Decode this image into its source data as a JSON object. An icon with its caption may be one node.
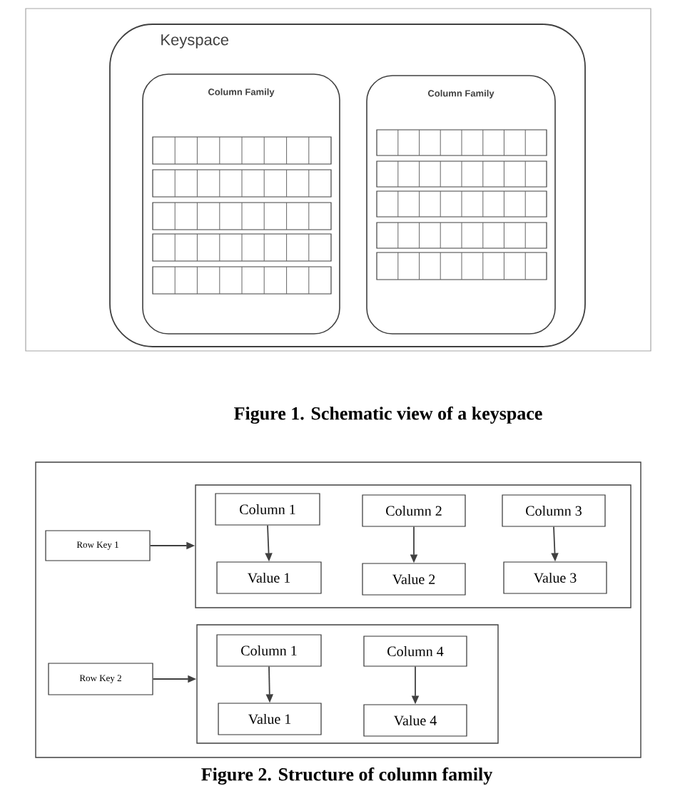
{
  "diagram": {
    "nodes": [
      {
        "text": [
          "Keyspace"
        ]
      },
      {
        "text": [
          "Column Family"
        ],
        "in": 0
      },
      {
        "text": [
          "Column Family"
        ],
        "in": 0
      },
      {
        "text": [
          "Row Key 1"
        ]
      },
      {
        "text": [],
        "shape": "box"
      },
      {
        "text": [
          "Column 1"
        ],
        "in": 4
      },
      {
        "text": [
          "Value 1"
        ],
        "in": 4
      },
      {
        "text": [
          "Column  2"
        ],
        "in": 4
      },
      {
        "text": [
          "Value 2"
        ],
        "in": 4
      },
      {
        "text": [
          "Column  3"
        ],
        "in": 4
      },
      {
        "text": [
          "Value 3"
        ],
        "in": 4
      },
      {
        "text": [
          "Row Key 2"
        ]
      },
      {
        "text": [],
        "shape": "box"
      },
      {
        "text": [
          "Column 1"
        ],
        "in": 12
      },
      {
        "text": [
          "Value 1"
        ],
        "in": 12
      },
      {
        "text": [
          "Column 4"
        ],
        "in": 12
      },
      {
        "text": [
          "Value 4"
        ],
        "in": 12
      }
    ],
    "edges": [
      {
        "from": 3,
        "to": 4,
        "arrow": "to"
      },
      {
        "from": 5,
        "to": 6,
        "arrow": "to"
      },
      {
        "from": 7,
        "to": 8,
        "arrow": "to"
      },
      {
        "from": 9,
        "to": 10,
        "arrow": "to"
      },
      {
        "from": 11,
        "to": 12,
        "arrow": "to"
      },
      {
        "from": 13,
        "to": 14,
        "arrow": "to"
      },
      {
        "from": 15,
        "to": 16,
        "arrow": "to"
      }
    ],
    "labels": [
      "Figure 1. Schematic view of a keyspace",
      "Figure 2. Structure of column family"
    ]
  }
}
